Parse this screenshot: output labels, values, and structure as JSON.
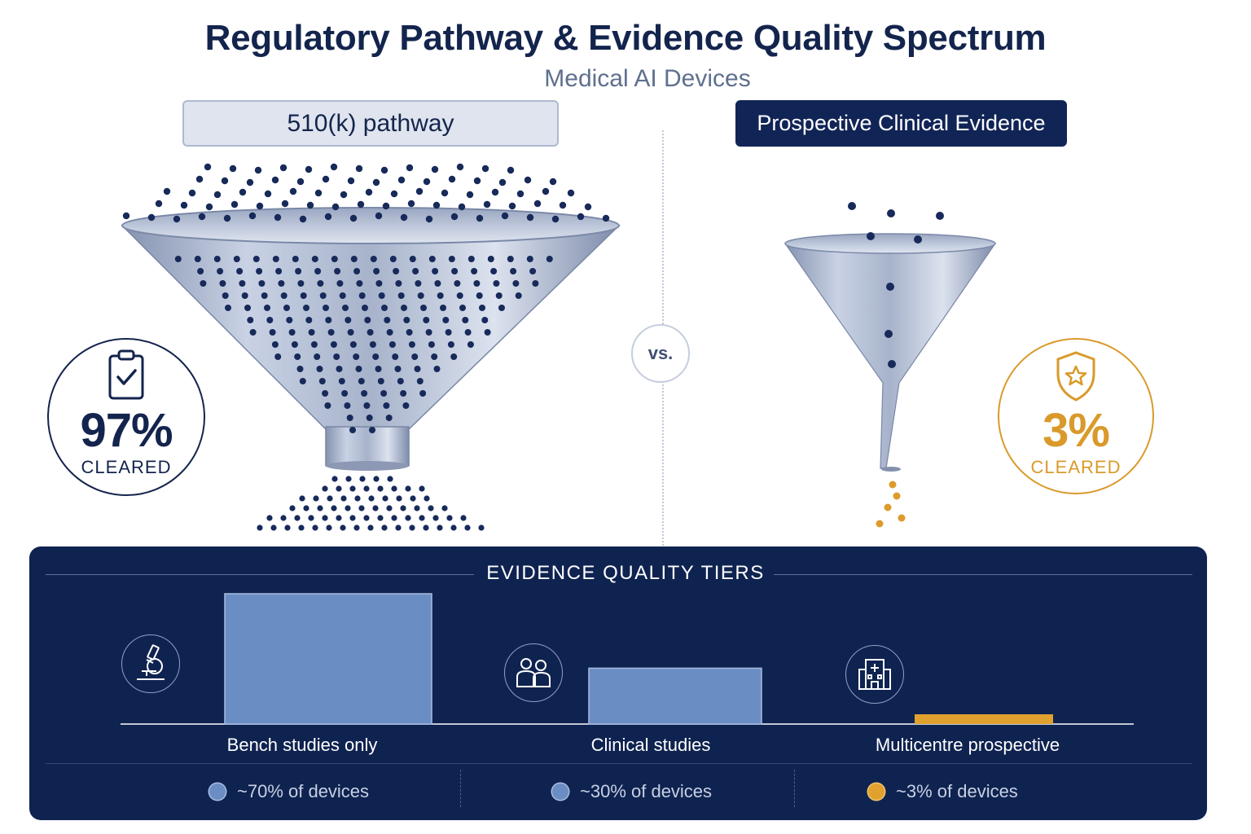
{
  "header": {
    "title": "Regulatory Pathway & Evidence Quality Spectrum",
    "subtitle": "Medical AI Devices"
  },
  "comparison": {
    "left_label": "510(k) pathway",
    "right_label": "Prospective Clinical Evidence",
    "vs_label": "vs."
  },
  "stats": {
    "left": {
      "value": "97%",
      "caption": "CLEARED",
      "icon": "clipboard-check-icon",
      "color": "#13244d"
    },
    "right": {
      "value": "3%",
      "caption": "CLEARED",
      "icon": "shield-star-icon",
      "color": "#d99a2b"
    }
  },
  "chart_data": {
    "type": "bar",
    "title": "EVIDENCE QUALITY TIERS",
    "categories": [
      "Bench studies only",
      "Clinical studies",
      "Multicentre prospective"
    ],
    "values": [
      70,
      30,
      3
    ],
    "unit": "% of devices",
    "legend": [
      "~70% of devices",
      "~30% of devices",
      "~3% of devices"
    ],
    "icons": [
      "microscope-icon",
      "people-icon",
      "hospital-icon"
    ],
    "colors": [
      "#6a8dc4",
      "#6a8dc4",
      "#e0a12f"
    ],
    "grid": false
  }
}
